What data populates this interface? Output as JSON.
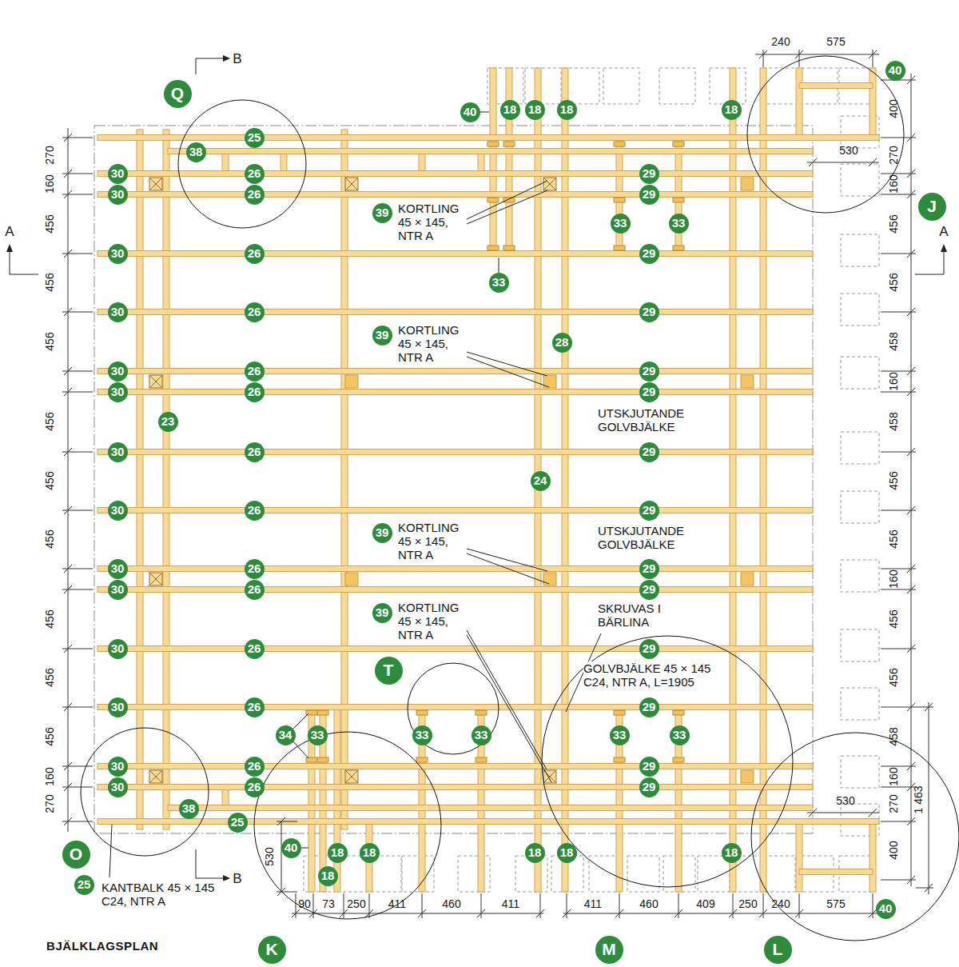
{
  "diagram": {
    "title": "BJÄLKLAGSPLAN",
    "nodes": [
      {
        "text": [
          "Q"
        ]
      },
      {
        "text": [
          "40"
        ]
      },
      {
        "text": [
          "18"
        ]
      },
      {
        "text": [
          "18"
        ]
      },
      {
        "text": [
          "18"
        ]
      },
      {
        "text": [
          "18"
        ]
      },
      {
        "text": [
          "40"
        ]
      },
      {
        "text": [
          "25"
        ]
      },
      {
        "text": [
          "38"
        ]
      },
      {
        "text": [
          "30"
        ]
      },
      {
        "text": [
          "26"
        ]
      },
      {
        "text": [
          "29"
        ]
      },
      {
        "text": [
          "30"
        ]
      },
      {
        "text": [
          "26"
        ]
      },
      {
        "text": [
          "29"
        ]
      },
      {
        "text": [
          "J"
        ]
      },
      {
        "text": [
          "39"
        ]
      },
      {
        "text": [
          "33"
        ]
      },
      {
        "text": [
          "33"
        ]
      },
      {
        "text": [
          "30"
        ]
      },
      {
        "text": [
          "26"
        ]
      },
      {
        "text": [
          "29"
        ]
      },
      {
        "text": [
          "33"
        ]
      },
      {
        "text": [
          "30"
        ]
      },
      {
        "text": [
          "26"
        ]
      },
      {
        "text": [
          "29"
        ]
      },
      {
        "text": [
          "39"
        ]
      },
      {
        "text": [
          "28"
        ]
      },
      {
        "text": [
          "30"
        ]
      },
      {
        "text": [
          "26"
        ]
      },
      {
        "text": [
          "29"
        ]
      },
      {
        "text": [
          "30"
        ]
      },
      {
        "text": [
          "26"
        ]
      },
      {
        "text": [
          "29"
        ]
      },
      {
        "text": [
          "23"
        ]
      },
      {
        "text": [
          "30"
        ]
      },
      {
        "text": [
          "26"
        ]
      },
      {
        "text": [
          "29"
        ]
      },
      {
        "text": [
          "24"
        ]
      },
      {
        "text": [
          "30"
        ]
      },
      {
        "text": [
          "26"
        ]
      },
      {
        "text": [
          "29"
        ]
      },
      {
        "text": [
          "39"
        ]
      },
      {
        "text": [
          "30"
        ]
      },
      {
        "text": [
          "26"
        ]
      },
      {
        "text": [
          "29"
        ]
      },
      {
        "text": [
          "30"
        ]
      },
      {
        "text": [
          "26"
        ]
      },
      {
        "text": [
          "29"
        ]
      },
      {
        "text": [
          "39"
        ]
      },
      {
        "text": [
          "30"
        ]
      },
      {
        "text": [
          "26"
        ]
      },
      {
        "text": [
          "29"
        ]
      },
      {
        "text": [
          "T"
        ]
      },
      {
        "text": [
          "30"
        ]
      },
      {
        "text": [
          "26"
        ]
      },
      {
        "text": [
          "29"
        ]
      },
      {
        "text": [
          "34"
        ]
      },
      {
        "text": [
          "33"
        ]
      },
      {
        "text": [
          "33"
        ]
      },
      {
        "text": [
          "33"
        ]
      },
      {
        "text": [
          "33"
        ]
      },
      {
        "text": [
          "33"
        ]
      },
      {
        "text": [
          "30"
        ]
      },
      {
        "text": [
          "26"
        ]
      },
      {
        "text": [
          "29"
        ]
      },
      {
        "text": [
          "30"
        ]
      },
      {
        "text": [
          "26"
        ]
      },
      {
        "text": [
          "29"
        ]
      },
      {
        "text": [
          "38"
        ]
      },
      {
        "text": [
          "25"
        ]
      },
      {
        "text": [
          "40"
        ]
      },
      {
        "text": [
          "18"
        ]
      },
      {
        "text": [
          "18"
        ]
      },
      {
        "text": [
          "18"
        ]
      },
      {
        "text": [
          "18"
        ]
      },
      {
        "text": [
          "18"
        ]
      },
      {
        "text": [
          "O"
        ]
      },
      {
        "text": [
          "18"
        ]
      },
      {
        "text": [
          "25"
        ]
      },
      {
        "text": [
          "40"
        ]
      },
      {
        "text": [
          "K"
        ]
      },
      {
        "text": [
          "M"
        ]
      },
      {
        "text": [
          "L"
        ]
      }
    ],
    "labels": [
      "B",
      "240",
      "575",
      "A",
      "A",
      "270",
      "160",
      "456",
      "456",
      "456",
      "456",
      "456",
      "456",
      "456",
      "456",
      "456",
      "160",
      "270",
      "400",
      "270",
      "160",
      "456",
      "456",
      "458",
      "160",
      "458",
      "456",
      "456",
      "160",
      "456",
      "456",
      "458",
      "160",
      "270",
      "400",
      "1 463",
      "530",
      "KORTLING 45 × 145, NTR A",
      "KORTLING 45 × 145, NTR A",
      "UTSKJUTANDE GOLVBJÄLKE",
      "KORTLING 45 × 145, NTR A",
      "UTSKJUTANDE GOLVBJÄLKE",
      "KORTLING 45 × 145, NTR A",
      "SKRUVAS I BÄRLINA",
      "GOLVBJÄLKE 45 × 145 C24, NTR A, L=1905",
      "530",
      "530",
      "B",
      "KANTBALK 45 × 145 C24, NTR A",
      "90",
      "73",
      "250",
      "411",
      "460",
      "411",
      "411",
      "460",
      "409",
      "250",
      "240",
      "575"
    ]
  }
}
